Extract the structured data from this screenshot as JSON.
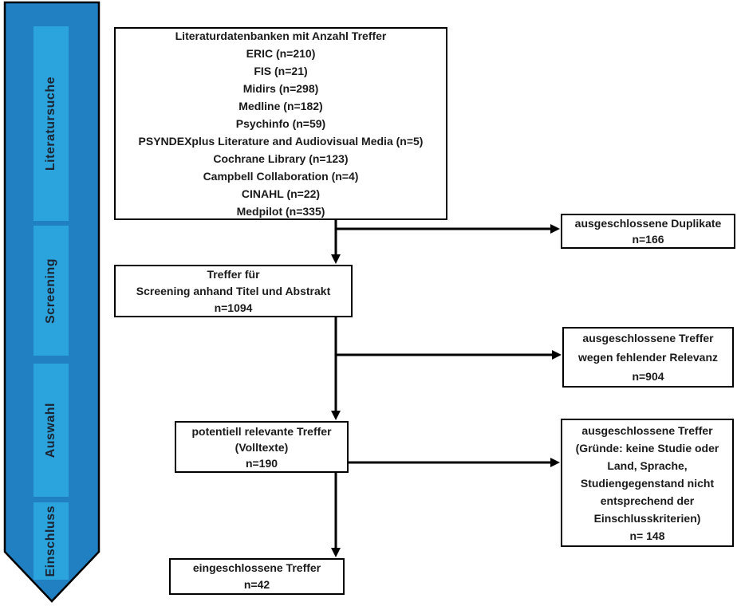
{
  "diagram": {
    "stages": [
      {
        "label": "Literatursuche"
      },
      {
        "label": "Screening"
      },
      {
        "label": "Auswahl"
      },
      {
        "label": "Einschluss"
      }
    ],
    "boxes": {
      "sources": {
        "lines": [
          "Literaturdatenbanken mit Anzahl Treffer",
          "ERIC (n=210)",
          "FIS (n=21)",
          "Midirs (n=298)",
          "Medline (n=182)",
          "Psychinfo (n=59)",
          "PSYNDEXplus Literature and Audiovisual Media (n=5)",
          "Cochrane Library (n=123)",
          "Campbell Collaboration (n=4)",
          "CINAHL (n=22)",
          "Medpilot (n=335)"
        ]
      },
      "screening": {
        "lines": [
          "Treffer für",
          "Screening anhand Titel und Abstrakt",
          "n=1094"
        ]
      },
      "fulltext": {
        "lines": [
          "potentiell relevante Treffer",
          "(Volltexte)",
          "n=190"
        ]
      },
      "included": {
        "lines": [
          "eingeschlossene Treffer",
          "n=42"
        ]
      },
      "excluded_duplicates": {
        "lines": [
          "ausgeschlossene Duplikate",
          "n=166"
        ]
      },
      "excluded_relevance": {
        "lines": [
          "ausgeschlossene Treffer",
          "wegen fehlender Relevanz",
          "n=904"
        ]
      },
      "excluded_fulltext": {
        "lines": [
          "ausgeschlossene Treffer",
          "(Gründe: keine Studie oder",
          "Land, Sprache,",
          "Studiengegenstand nicht",
          "entsprechend der",
          "Einschlusskriterien)",
          "n= 148"
        ]
      }
    },
    "colors": {
      "arrow_body": "#2180C2",
      "arrow_segment": "#2BA3DC",
      "stage_text": "#1B2430",
      "connector": "#000000",
      "box_border": "#000000",
      "box_text": "#1A1A1A"
    }
  }
}
